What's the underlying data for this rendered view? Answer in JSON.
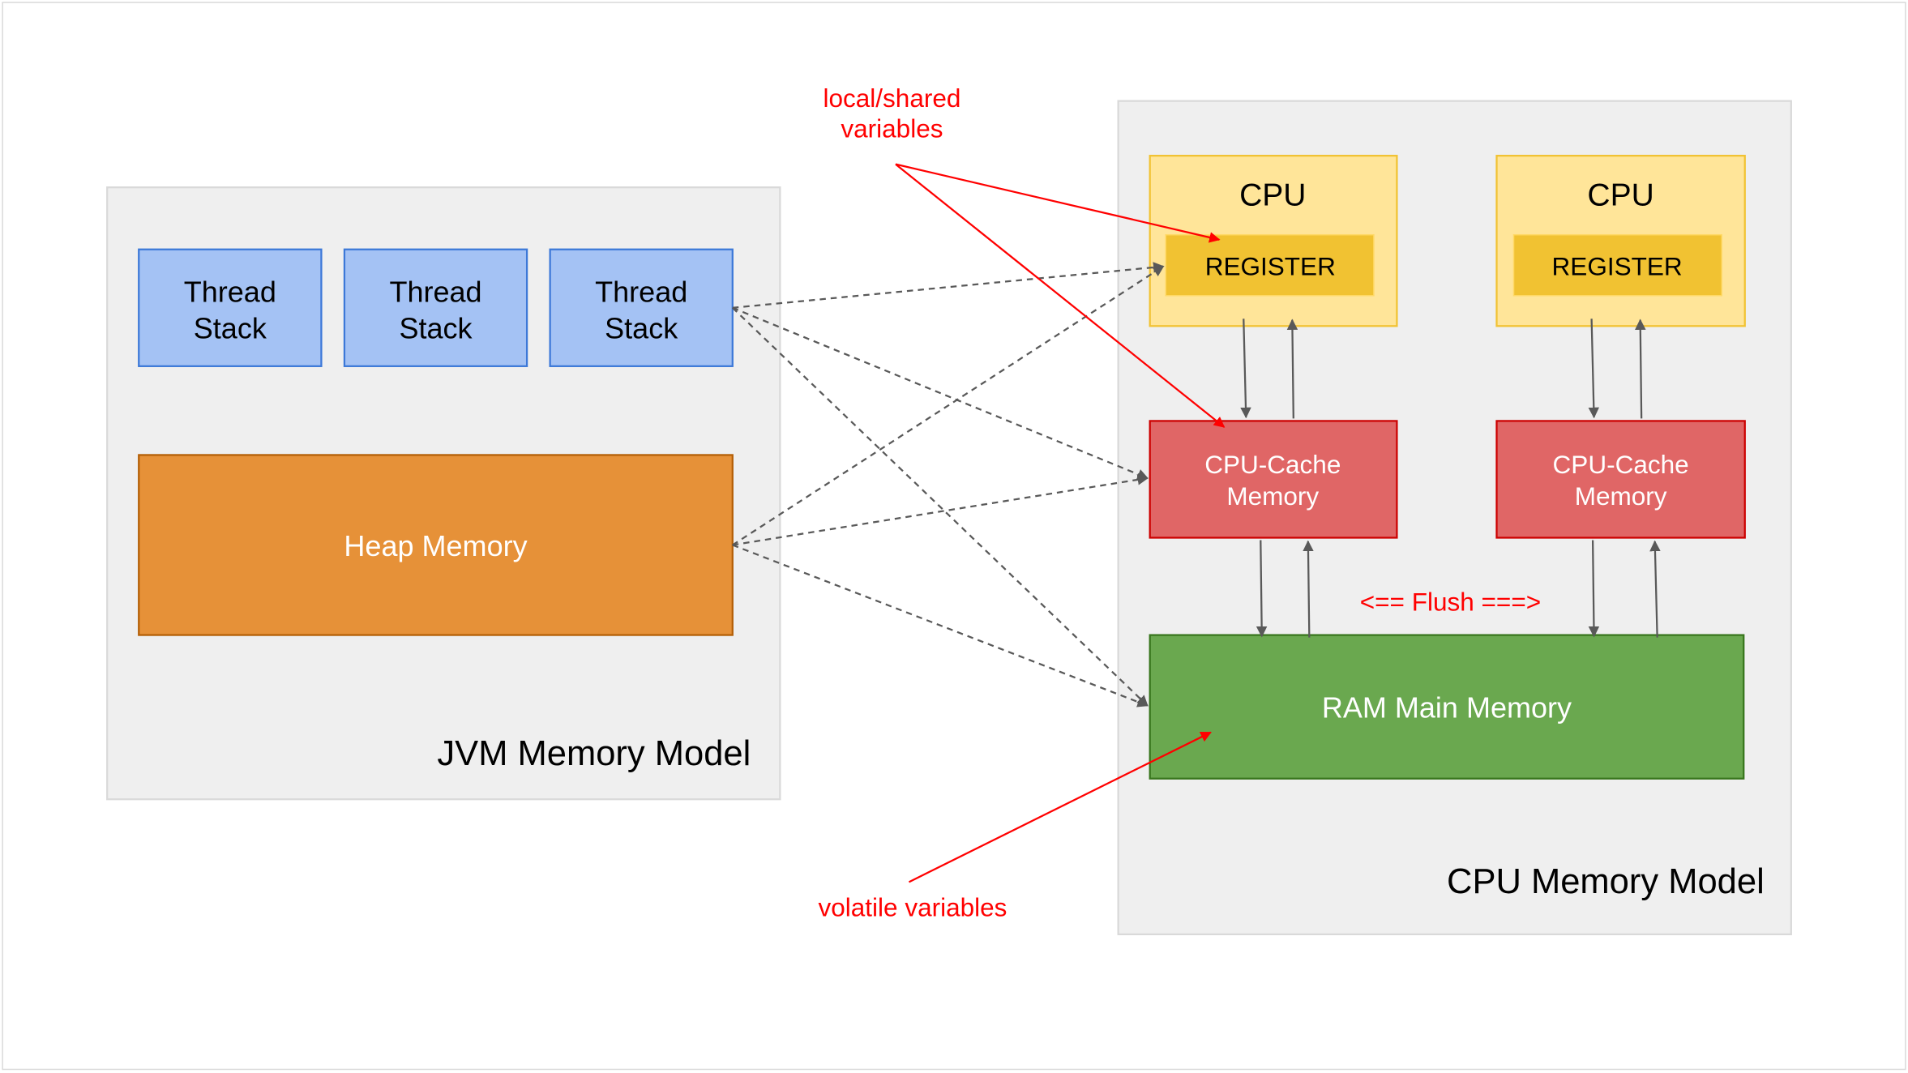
{
  "jvm": {
    "title": "JVM Memory Model",
    "thread_stacks": [
      {
        "line1": "Thread",
        "line2": "Stack"
      },
      {
        "line1": "Thread",
        "line2": "Stack"
      },
      {
        "line1": "Thread",
        "line2": "Stack"
      }
    ],
    "heap": "Heap Memory"
  },
  "cpu_model": {
    "title": "CPU Memory Model",
    "cpus": [
      {
        "label": "CPU",
        "register": "REGISTER",
        "cache_line1": "CPU-Cache",
        "cache_line2": "Memory"
      },
      {
        "label": "CPU",
        "register": "REGISTER",
        "cache_line1": "CPU-Cache",
        "cache_line2": "Memory"
      }
    ],
    "ram": "RAM Main Memory",
    "flush": "<== Flush ===>"
  },
  "annotations": {
    "local_shared_line1": "local/shared",
    "local_shared_line2": "variables",
    "volatile": "volatile variables"
  },
  "colors": {
    "thread_stack": "#a4c2f4",
    "heap": "#e69138",
    "cpu": "#ffe599",
    "register": "#f1c232",
    "cache": "#e06666",
    "ram": "#6aa84f",
    "annotation": "#ff0000"
  }
}
